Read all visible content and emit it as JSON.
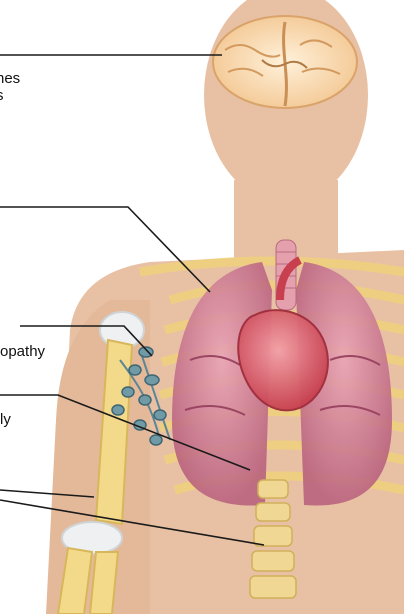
{
  "labels": {
    "headaches": "hes\ns",
    "lymphadenopathy": "opathy",
    "ly": "ly"
  },
  "colors": {
    "background": "#ffffff",
    "skin": "#e8c1a4",
    "bone": "#f3d98a",
    "lung": "#c77f97",
    "heart": "#d9586a",
    "lymph_node": "#6f9aa6",
    "leader_line": "#1a1a1a"
  }
}
